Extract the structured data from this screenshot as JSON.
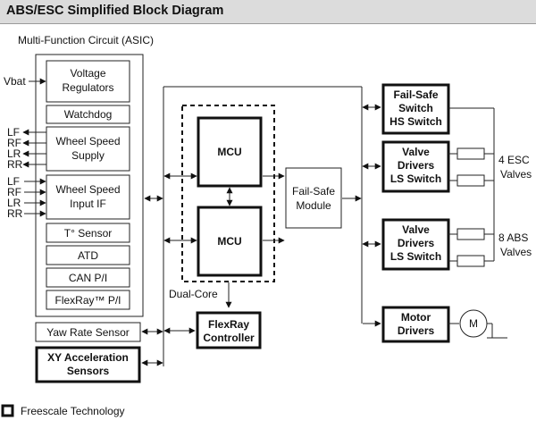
{
  "title": "ABS/ESC Simplified Block Diagram",
  "asic": {
    "label": "Multi-Function Circuit (ASIC)",
    "blocks": {
      "voltage_regulators": [
        "Voltage",
        "Regulators"
      ],
      "watchdog": "Watchdog",
      "wheel_speed_supply": [
        "Wheel Speed",
        "Supply"
      ],
      "wheel_speed_input": [
        "Wheel Speed",
        "Input IF"
      ],
      "temp_sensor": "T° Sensor",
      "atd": "ATD",
      "can": "CAN P/I",
      "flexray_pi": "FlexRay™ P/I"
    },
    "vbat": "Vbat",
    "supply_lines": [
      "LF",
      "RF",
      "LR",
      "RR"
    ],
    "input_lines": [
      "LF",
      "RF",
      "LR",
      "RR"
    ]
  },
  "yaw_rate_sensor": "Yaw Rate Sensor",
  "xy_sensors": [
    "XY Acceleration",
    "Sensors"
  ],
  "mcu_top": "MCU",
  "mcu_bottom": "MCU",
  "dual_core": "Dual-Core",
  "flexray_controller": [
    "FlexRay",
    "Controller"
  ],
  "fail_safe_module": [
    "Fail-Safe",
    "Module"
  ],
  "fail_safe_switch": [
    "Fail-Safe",
    "Switch",
    "HS Switch"
  ],
  "valve_drivers_esc": [
    "Valve",
    "Drivers",
    "LS Switch"
  ],
  "valve_drivers_abs": [
    "Valve",
    "Drivers",
    "LS Switch"
  ],
  "motor_drivers": [
    "Motor",
    "Drivers"
  ],
  "motor": "M",
  "esc_valves": [
    "4 ESC",
    "Valves"
  ],
  "abs_valves": [
    "8 ABS",
    "Valves"
  ],
  "legend": {
    "label": "Freescale Technology"
  }
}
